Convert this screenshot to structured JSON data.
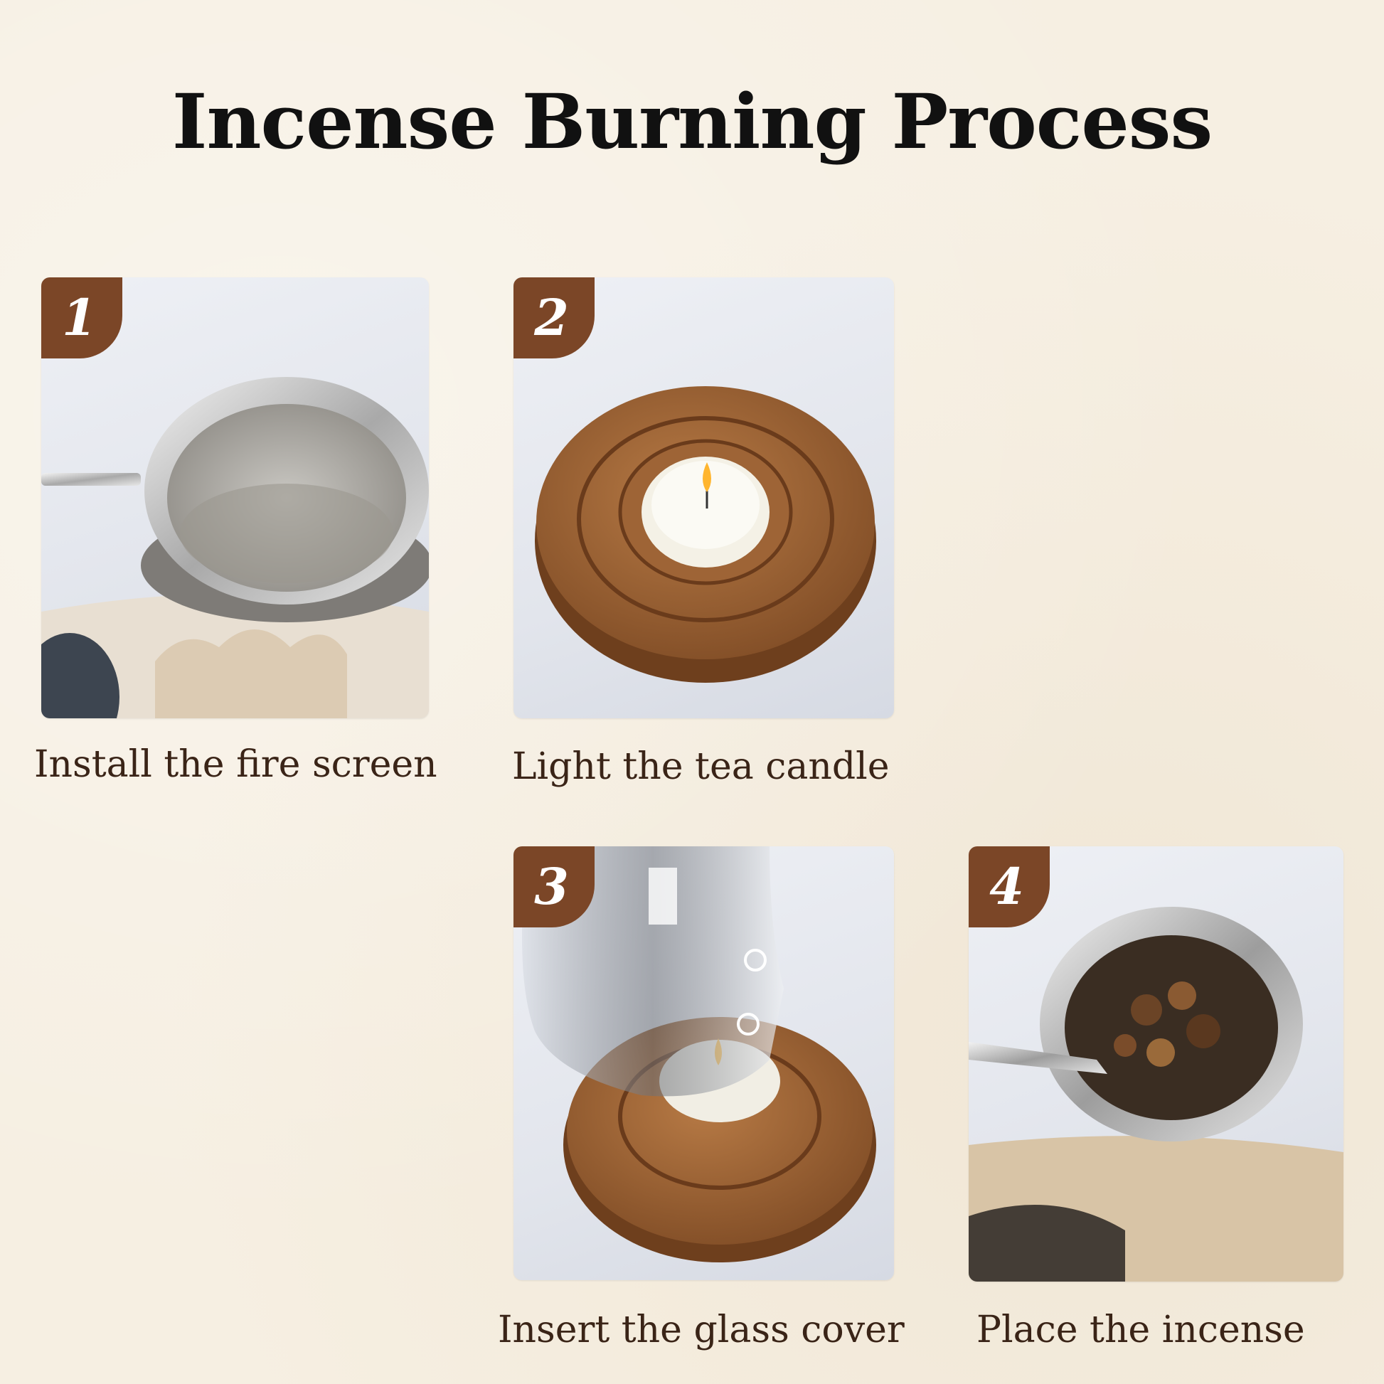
{
  "title": "Incense Burning Process",
  "steps": [
    {
      "number": "1",
      "caption": "Install the fire screen"
    },
    {
      "number": "2",
      "caption": "Light the tea candle"
    },
    {
      "number": "3",
      "caption": "Insert the glass cover"
    },
    {
      "number": "4",
      "caption": "Place the incense"
    }
  ],
  "colors": {
    "background": "#f6efe2",
    "badge": "#7b4627",
    "caption_text": "#3a2417",
    "title_text": "#111111",
    "wood": "#a0673a"
  }
}
